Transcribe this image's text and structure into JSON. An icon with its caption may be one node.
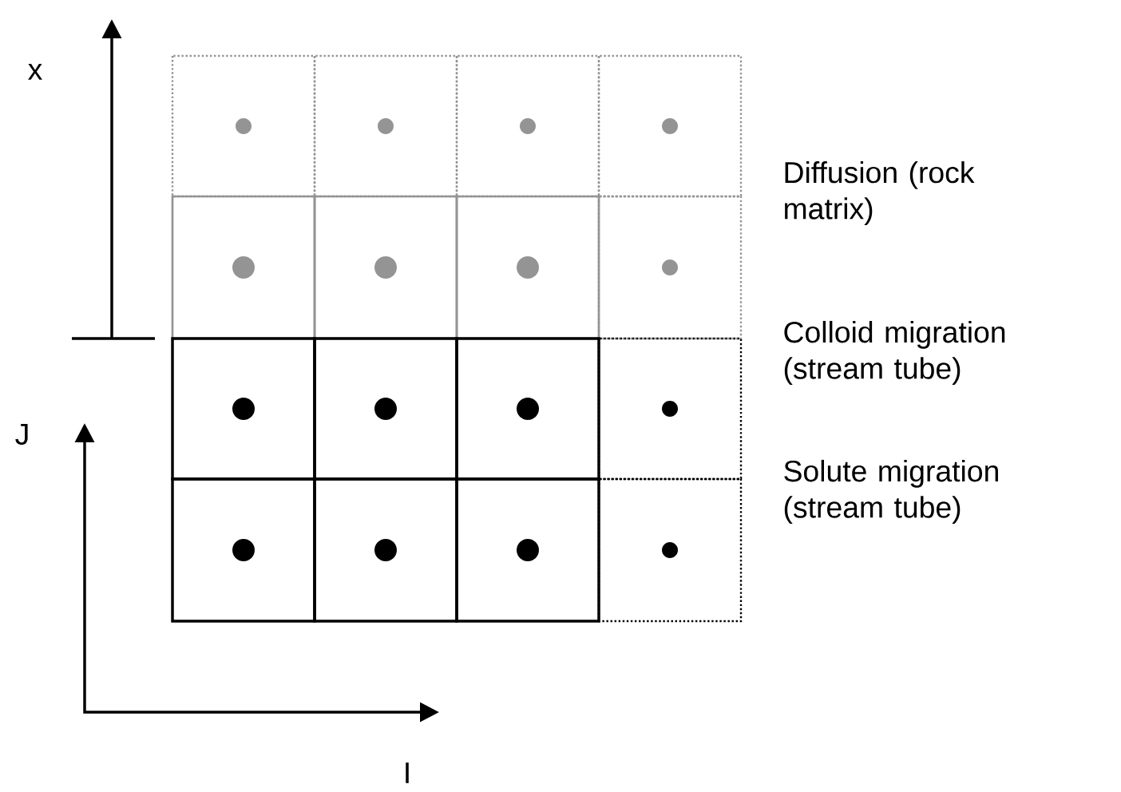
{
  "diagram": {
    "labels": [
      "x",
      "Diffusion (rock matrix)",
      "J",
      "Colloid migration (stream tube)",
      "Solute migration (stream tube)",
      "I"
    ]
  }
}
